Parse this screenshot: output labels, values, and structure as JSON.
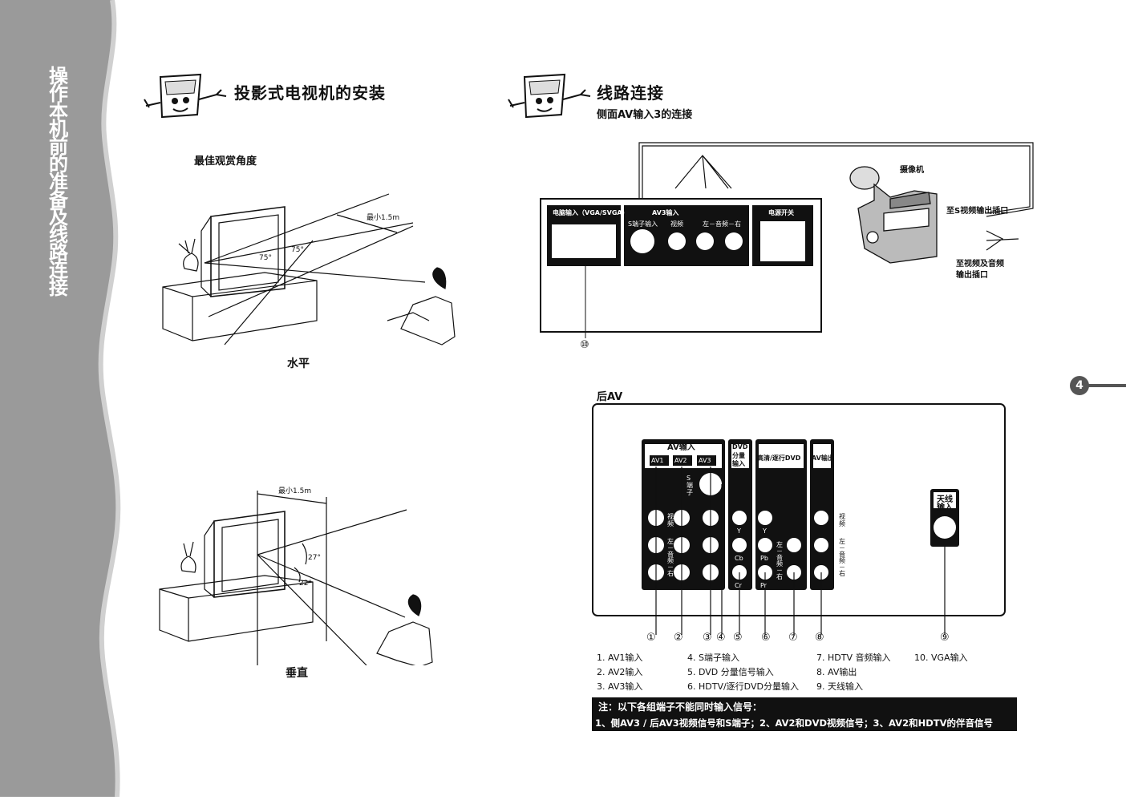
{
  "sidebar": {
    "title": "操作本机前的准备及线路连接"
  },
  "page_number": "4",
  "left": {
    "title": "投影式电视机的安装",
    "viewing_angle_title": "最佳观赏角度",
    "horizontal": {
      "min_distance": "最小1.5m",
      "angle_a": "75°",
      "angle_b": "75°",
      "caption": "水平"
    },
    "vertical": {
      "min_distance": "最小1.5m",
      "angle_a": "27°",
      "angle_b": "22°",
      "caption": "垂直"
    }
  },
  "right": {
    "title": "线路连接",
    "side_subtitle": "侧面AV输入3的连接",
    "side_panel": {
      "pc_input": "电脑输入（VGA/SVGA）",
      "av3_input": "AV3输入",
      "s_input": "S端子输入",
      "video": "视频",
      "audio_lr": "左－音频－右",
      "power_switch": "电源开关",
      "callout": "⑩"
    },
    "camcorder": {
      "name": "摄像机",
      "s_out": "至S视频输出插口",
      "av_out_line1": "至视频及音频",
      "av_out_line2": "输出插口"
    },
    "rear_title": "后AV",
    "rear_panel": {
      "av_input": "AV输入",
      "av1": "AV1",
      "av2": "AV2",
      "av3": "AV3",
      "s_terminal": "S端子",
      "dvd_line1": "DVD",
      "dvd_line2": "分量",
      "dvd_line3": "输入",
      "hd_dvd": "高清/逐行DVD",
      "av_out": "AV输出",
      "antenna_line1": "天线",
      "antenna_line2": "输入",
      "video": "视频",
      "audio": "左－音频－右",
      "y": "Y",
      "cb": "Cb",
      "cr": "Cr",
      "pb": "Pb",
      "pr": "Pr"
    },
    "callouts": [
      "①",
      "②",
      "③",
      "④",
      "⑤",
      "⑥",
      "⑦",
      "⑧",
      "⑨"
    ],
    "legend": [
      "1. AV1输入",
      "2. AV2输入",
      "3. AV3输入",
      "4. S端子输入",
      "5. DVD 分量信号输入",
      "6. HDTV/逐行DVD分量输入",
      "7. HDTV 音频输入",
      "8. AV输出",
      "9. 天线输入",
      "10. VGA输入"
    ],
    "note": {
      "line1": "注：以下各组端子不能同时输入信号：",
      "line2": "1、侧AV3 / 后AV3视频信号和S端子；2、AV2和DVD视频信号；3、AV2和HDTV的伴音信号"
    }
  }
}
